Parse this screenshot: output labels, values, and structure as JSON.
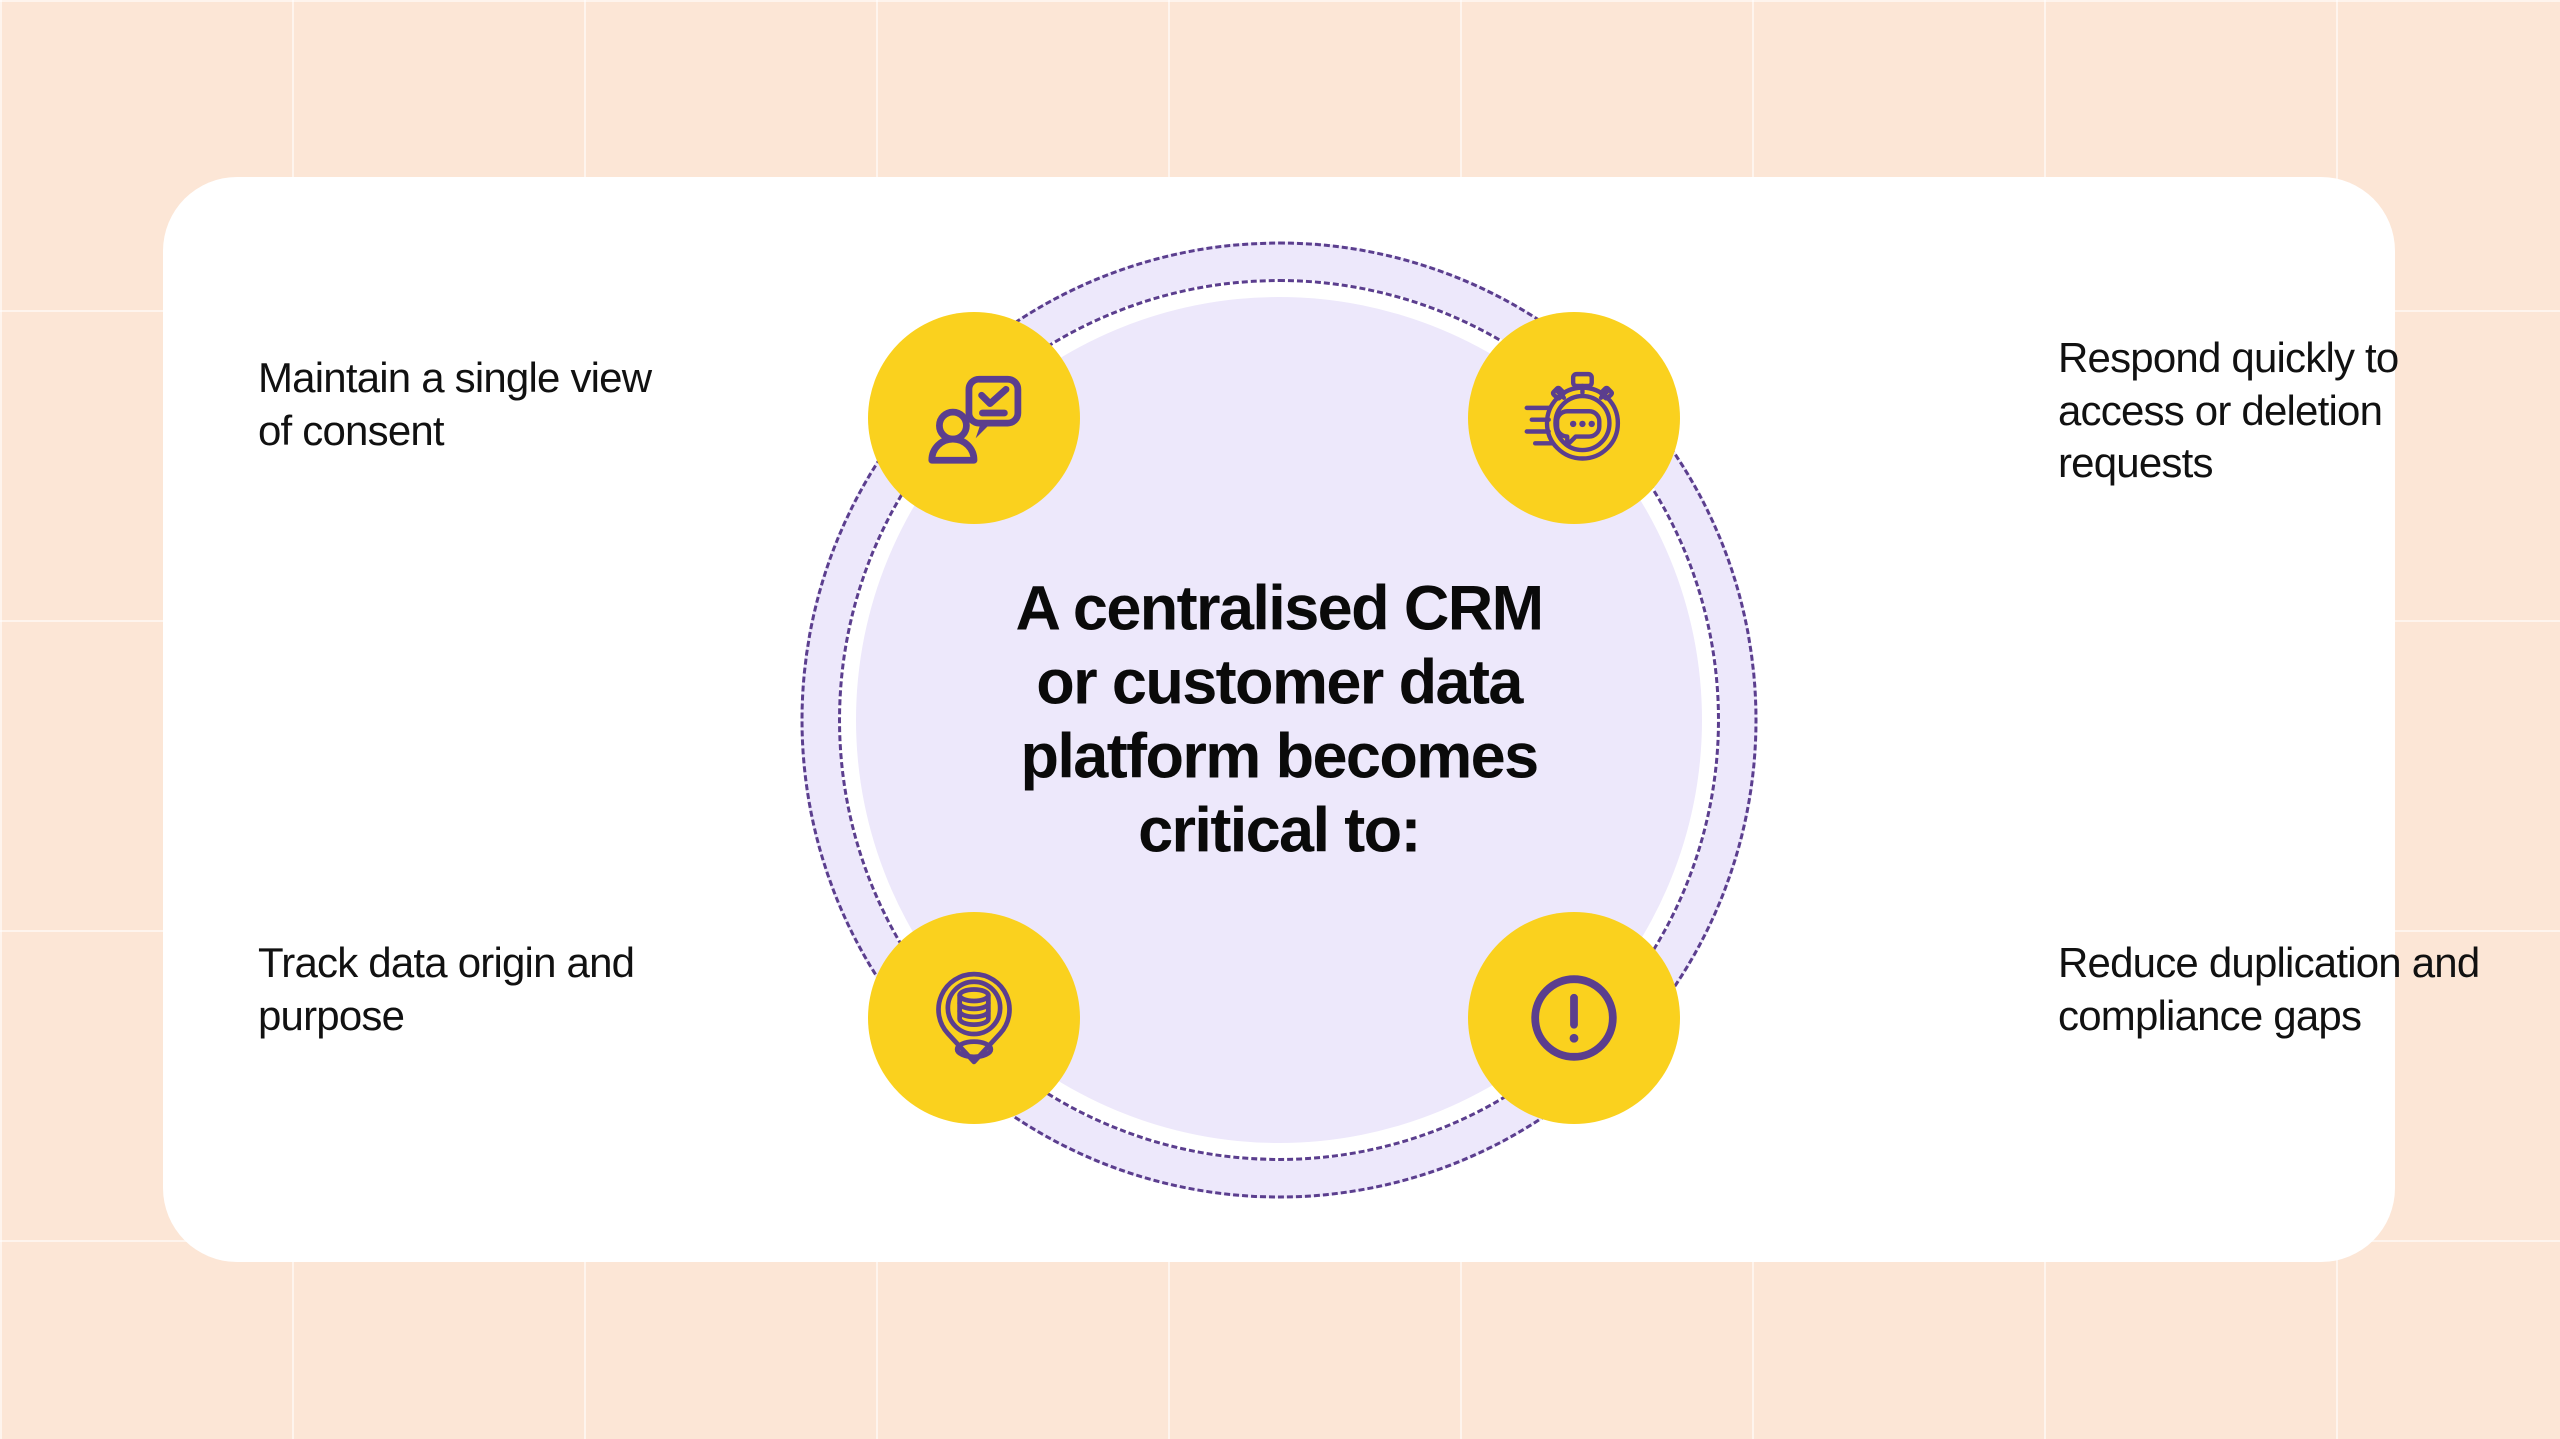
{
  "theme": {
    "background_color": "#FCE6D6",
    "card_color": "#FFFFFF",
    "accent_yellow": "#FAD11E",
    "accent_purple": "#5B3E8E",
    "ring_lavender": "#EDE8FB",
    "text_color": "#111111"
  },
  "center": {
    "heading": "A centralised CRM or customer data platform becomes critical to:"
  },
  "nodes": [
    {
      "id": "maintain-consent",
      "position": "top-left",
      "icon": "person-speech-bubble-check-icon",
      "label": "Maintain a single view of consent"
    },
    {
      "id": "respond-quickly",
      "position": "top-right",
      "icon": "stopwatch-speed-chat-icon",
      "label": "Respond quickly to access or deletion requests"
    },
    {
      "id": "track-data-origin",
      "position": "bottom-left",
      "icon": "location-pin-database-icon",
      "label": "Track data origin and purpose"
    },
    {
      "id": "reduce-duplication",
      "position": "bottom-right",
      "icon": "exclamation-circle-icon",
      "label": "Reduce duplication and compliance gaps"
    }
  ]
}
